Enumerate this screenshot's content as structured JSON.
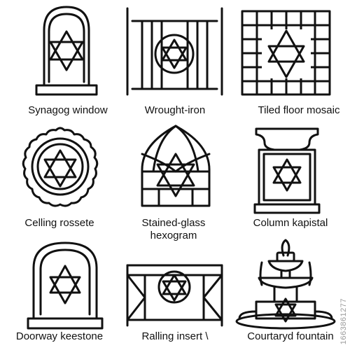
{
  "icons": [
    {
      "name": "synagogue-window-icon",
      "label": "Synagog window"
    },
    {
      "name": "wrought-iron-icon",
      "label": "Wrought-iron"
    },
    {
      "name": "tiled-floor-mosaic-icon",
      "label": "Tiled floor mosaic"
    },
    {
      "name": "ceiling-rosette-icon",
      "label": "Celling rossete"
    },
    {
      "name": "stained-glass-hexagram-icon",
      "label": "Stained-glass hexogram"
    },
    {
      "name": "column-capital-icon",
      "label": "Column kapistal"
    },
    {
      "name": "doorway-keystone-icon",
      "label": "Doorway keestone"
    },
    {
      "name": "railing-insert-icon",
      "label": "Ralling insert \\"
    },
    {
      "name": "courtyard-fountain-icon",
      "label": "Courtaryd fountain"
    }
  ],
  "watermark": "1663861277",
  "colors": {
    "stroke": "#111111",
    "background": "#ffffff"
  }
}
